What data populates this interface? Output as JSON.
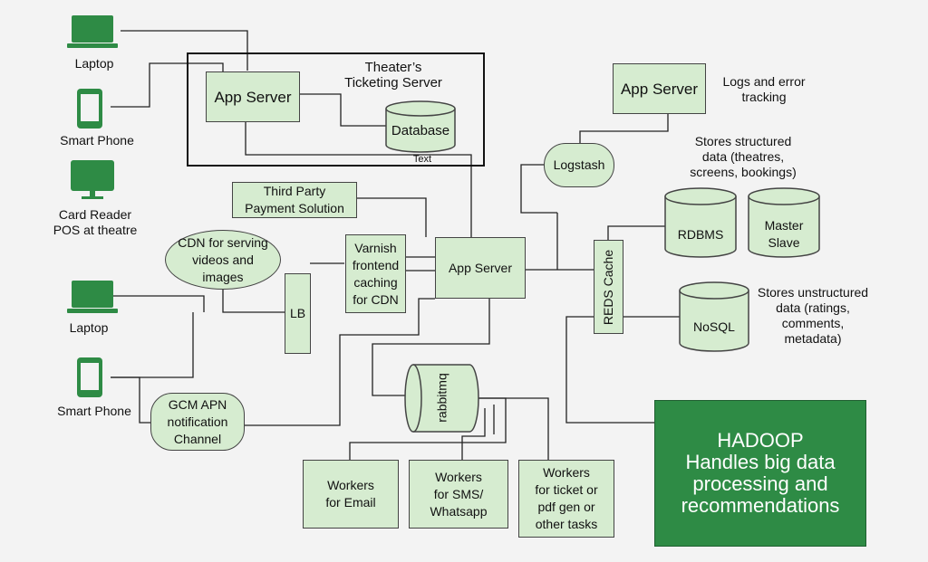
{
  "clients_top": {
    "laptop": "Laptop",
    "smart_phone": "Smart Phone",
    "card_reader": "Card Reader\nPOS at theatre"
  },
  "clients_bottom": {
    "laptop": "Laptop",
    "smart_phone": "Smart Phone"
  },
  "theater": {
    "title": "Theater’s\nTicketing Server",
    "app_server": "App Server",
    "database": "Database",
    "text_caption": "Text"
  },
  "third_party": "Third Party\nPayment Solution",
  "cdn": "CDN for serving\nvideos and\nimages",
  "lb": "LB",
  "varnish": "Varnish\nfrontend\ncaching\nfor CDN",
  "app_server_main": "App Server",
  "gcm": "GCM APN\nnotification\nChannel",
  "rabbitmq": "rabbitmq",
  "workers": {
    "email": "Workers\nfor Email",
    "sms": "Workers\nfor SMS/\nWhatsapp",
    "ticket": "Workers\nfor ticket or\npdf gen or\nother tasks"
  },
  "logs": {
    "app_server": "App Server",
    "note": "Logs and error\ntracking",
    "logstash": "Logstash"
  },
  "storage": {
    "structured_note": "Stores structured\ndata (theatres,\nscreens, bookings)",
    "rdbms": "RDBMS",
    "master_slave": "Master\nSlave",
    "reds_cache": "REDS Cache",
    "nosql": "NoSQL",
    "unstructured_note": "Stores unstructured\ndata (ratings,\ncomments,\nmetadata)"
  },
  "hadoop": "HADOOP\nHandles big data\nprocessing and\nrecommendations",
  "colors": {
    "node_fill": "#d6ecd0",
    "icon_green": "#2e8b45",
    "hadoop_fill": "#2e8b45",
    "background": "#f3f3f3"
  }
}
